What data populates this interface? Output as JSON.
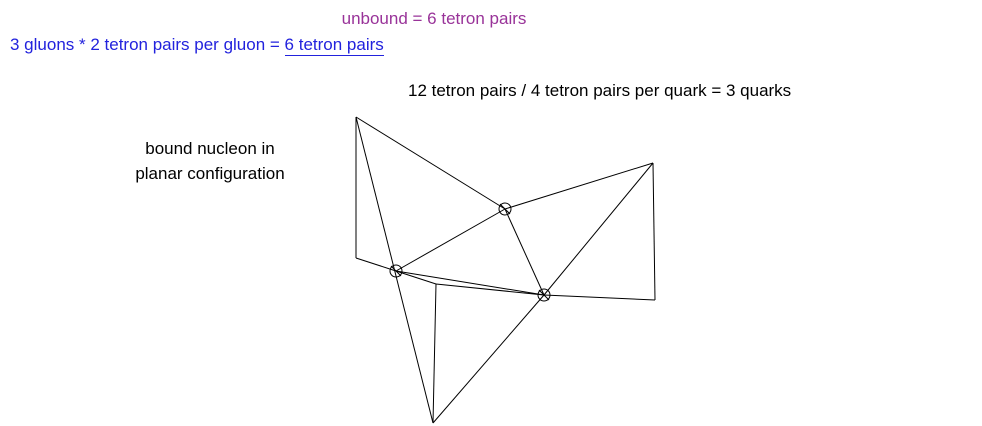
{
  "annotations": {
    "unbound": "unbound = 6 tetron pairs",
    "gluons_prefix": "3 gluons * 2 tetron pairs per gluon = ",
    "gluons_result": "6 tetron pairs",
    "quarks": "12 tetron pairs / 4 tetron pairs per quark = 3 quarks"
  },
  "caption": {
    "line1": "bound nucleon in",
    "line2": "planar configuration"
  },
  "colors": {
    "unbound_text": "#993399",
    "gluons_text": "#2222dd",
    "quarks_text": "#000000",
    "caption_text": "#000000",
    "lines": "#000000"
  }
}
